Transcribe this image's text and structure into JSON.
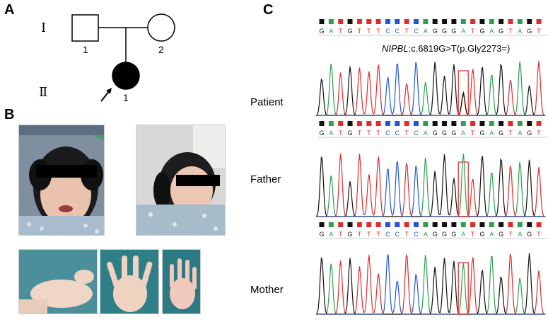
{
  "panels": {
    "a": "A",
    "b": "B",
    "c": "C"
  },
  "pedigree": {
    "generation_1": "Ⅰ",
    "generation_2": "Ⅱ",
    "father_id": "1",
    "mother_id": "2",
    "proband_id": "1"
  },
  "variant": {
    "gene": "NIPBL",
    "change": ":c.6819G>T(p.Gly2273=)"
  },
  "samples": [
    "Patient",
    "Father",
    "Mother"
  ],
  "sequence": "GATGTTTCCTCAGGGATGAGTAGT",
  "base_colors": {
    "A": "#2e9e4f",
    "T": "#e02b2b",
    "G": "#111111",
    "C": "#2356d6"
  },
  "colors": {
    "highlight": "#e53935",
    "affected": "#000000"
  }
}
